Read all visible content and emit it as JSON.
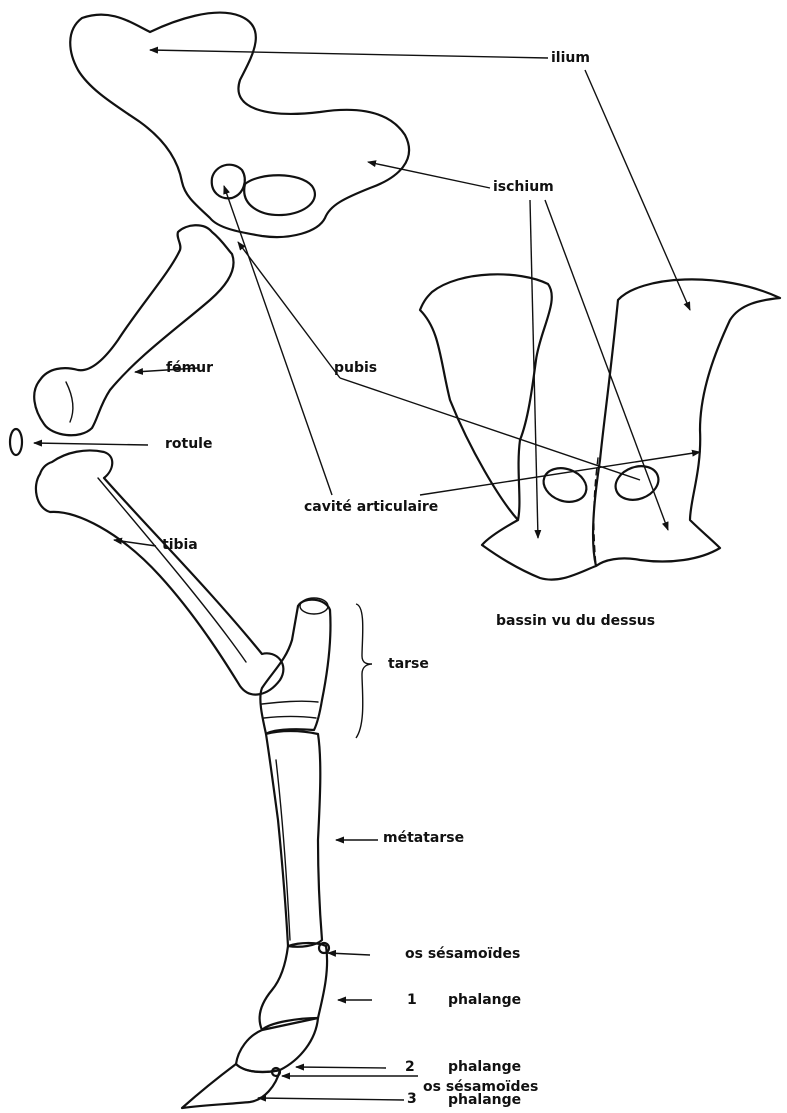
{
  "labels": {
    "ilium": "ilium",
    "ischium": "ischium",
    "femur": "fémur",
    "pubis": "pubis",
    "rotule": "rotule",
    "cavite": "cavité articulaire",
    "tibia": "tibia",
    "bassin": "bassin vu du dessus",
    "tarse": "tarse",
    "metatarse": "métatarse",
    "sesamoides_1": "os sésamoïdes",
    "phalange_1_num": "1",
    "phalange_1": "phalange",
    "phalange_2_num": "2",
    "phalange_2": "phalange",
    "sesamoides_2": "os sésamoïdes",
    "phalange_3_num": "3",
    "phalange_3": "phalange"
  }
}
